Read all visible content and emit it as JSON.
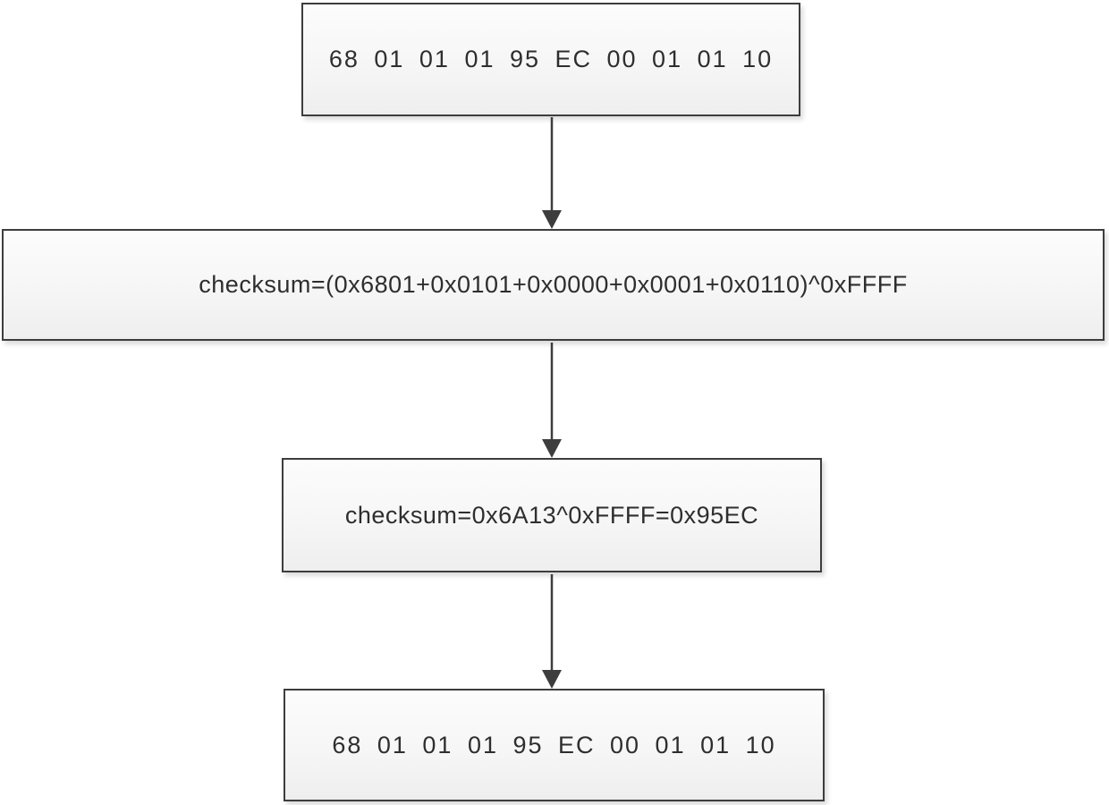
{
  "colors": {
    "background": "#ffffff",
    "box_border": "#3d3d3d",
    "box_fill_top": "#fcfcfc",
    "box_fill_bottom": "#eeeeee",
    "arrow": "#3d3d3d",
    "text": "#2e2e2e"
  },
  "diagram": {
    "type": "flowchart",
    "nodes": [
      {
        "id": "frame-top",
        "text": "68 01 01 01 95 EC 00 01 01 10"
      },
      {
        "id": "checksum-formula",
        "text": "checksum=(0x6801+0x0101+0x0000+0x0001+0x0110)^0xFFFF"
      },
      {
        "id": "checksum-result",
        "text": "checksum=0x6A13^0xFFFF=0x95EC"
      },
      {
        "id": "frame-bottom",
        "text": "68 01 01 01 95 EC 00 01 01 10"
      }
    ],
    "edges": [
      {
        "from": "frame-top",
        "to": "checksum-formula"
      },
      {
        "from": "checksum-formula",
        "to": "checksum-result"
      },
      {
        "from": "checksum-result",
        "to": "frame-bottom"
      }
    ]
  }
}
